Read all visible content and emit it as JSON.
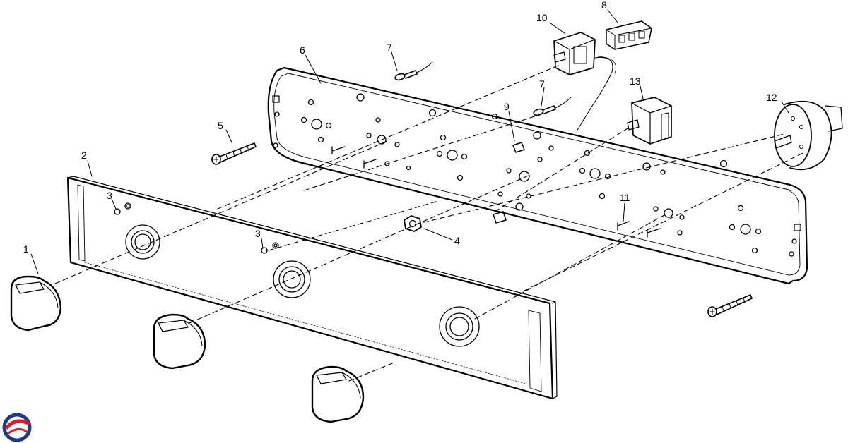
{
  "diagram": {
    "callouts": [
      {
        "id": "knob-1",
        "label": "1"
      },
      {
        "id": "fascia-2",
        "label": "2"
      },
      {
        "id": "indicator-3a",
        "label": "3"
      },
      {
        "id": "indicator-3b",
        "label": "3"
      },
      {
        "id": "nut-4",
        "label": "4"
      },
      {
        "id": "screw-5",
        "label": "5"
      },
      {
        "id": "panel-6",
        "label": "6"
      },
      {
        "id": "lamp-7a",
        "label": "7"
      },
      {
        "id": "lamp-7b",
        "label": "7"
      },
      {
        "id": "terminal-8",
        "label": "8"
      },
      {
        "id": "grommet-9",
        "label": "9"
      },
      {
        "id": "thermostat-10",
        "label": "10"
      },
      {
        "id": "screw-11",
        "label": "11"
      },
      {
        "id": "timer-12",
        "label": "12"
      },
      {
        "id": "selector-13",
        "label": "13"
      }
    ]
  },
  "logo": {
    "name": "brand-logo",
    "colors": [
      "#1b3a8c",
      "#d4202a"
    ]
  }
}
